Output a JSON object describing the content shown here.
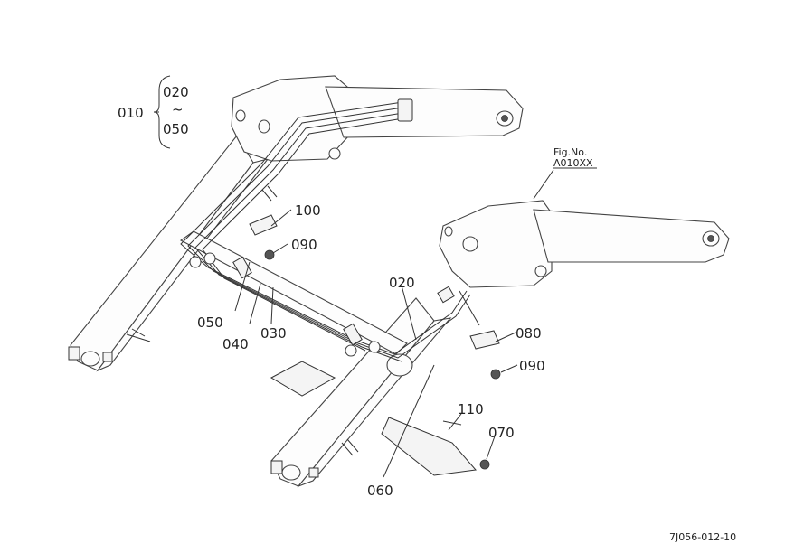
{
  "figure_ref": {
    "title": "Fig.No.",
    "code": "A010XX"
  },
  "drawing_code": "7J056-012-10",
  "group": {
    "main": "010",
    "from": "020",
    "tilde": "~",
    "to": "050"
  },
  "callouts": {
    "c100": "100",
    "c090a": "090",
    "c020": "020",
    "c050": "050",
    "c040": "040",
    "c030": "030",
    "c080": "080",
    "c090b": "090",
    "c110": "110",
    "c070": "070",
    "c060": "060"
  }
}
